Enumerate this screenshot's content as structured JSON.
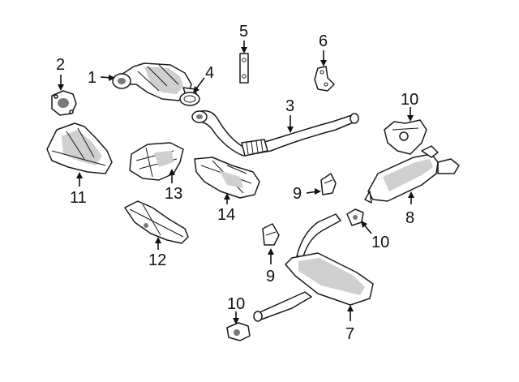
{
  "diagram": {
    "callouts": [
      {
        "id": "c1",
        "label": "1"
      },
      {
        "id": "c2",
        "label": "2"
      },
      {
        "id": "c3",
        "label": "3"
      },
      {
        "id": "c4",
        "label": "4"
      },
      {
        "id": "c5",
        "label": "5"
      },
      {
        "id": "c6",
        "label": "6"
      },
      {
        "id": "c7",
        "label": "7"
      },
      {
        "id": "c8",
        "label": "8"
      },
      {
        "id": "c9a",
        "label": "9"
      },
      {
        "id": "c9b",
        "label": "9"
      },
      {
        "id": "c10a",
        "label": "10"
      },
      {
        "id": "c10b",
        "label": "10"
      },
      {
        "id": "c10c",
        "label": "10"
      },
      {
        "id": "c11",
        "label": "11"
      },
      {
        "id": "c12",
        "label": "12"
      },
      {
        "id": "c13",
        "label": "13"
      },
      {
        "id": "c14",
        "label": "14"
      }
    ],
    "colors": {
      "ink": "#111111",
      "fill": "#ffffff",
      "shade": "#cfcfcf",
      "dark": "#7a7a7a"
    }
  }
}
